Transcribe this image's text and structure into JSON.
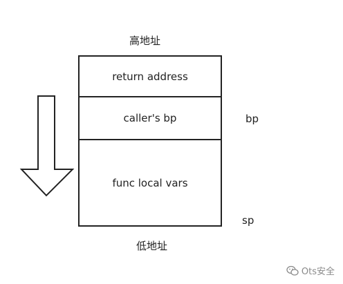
{
  "labels": {
    "high_address": "高地址",
    "low_address": "低地址",
    "bp": "bp",
    "sp": "sp"
  },
  "stack_frames": [
    {
      "label": "return address"
    },
    {
      "label": "caller's bp"
    },
    {
      "label": "func local vars"
    }
  ],
  "arrow": {
    "direction": "down",
    "icon": "down-arrow-icon"
  },
  "watermark": {
    "text": "Ots安全",
    "icon": "wechat-icon"
  },
  "colors": {
    "stroke": "#222222",
    "background": "#ffffff",
    "watermark": "#8a8a8a"
  }
}
